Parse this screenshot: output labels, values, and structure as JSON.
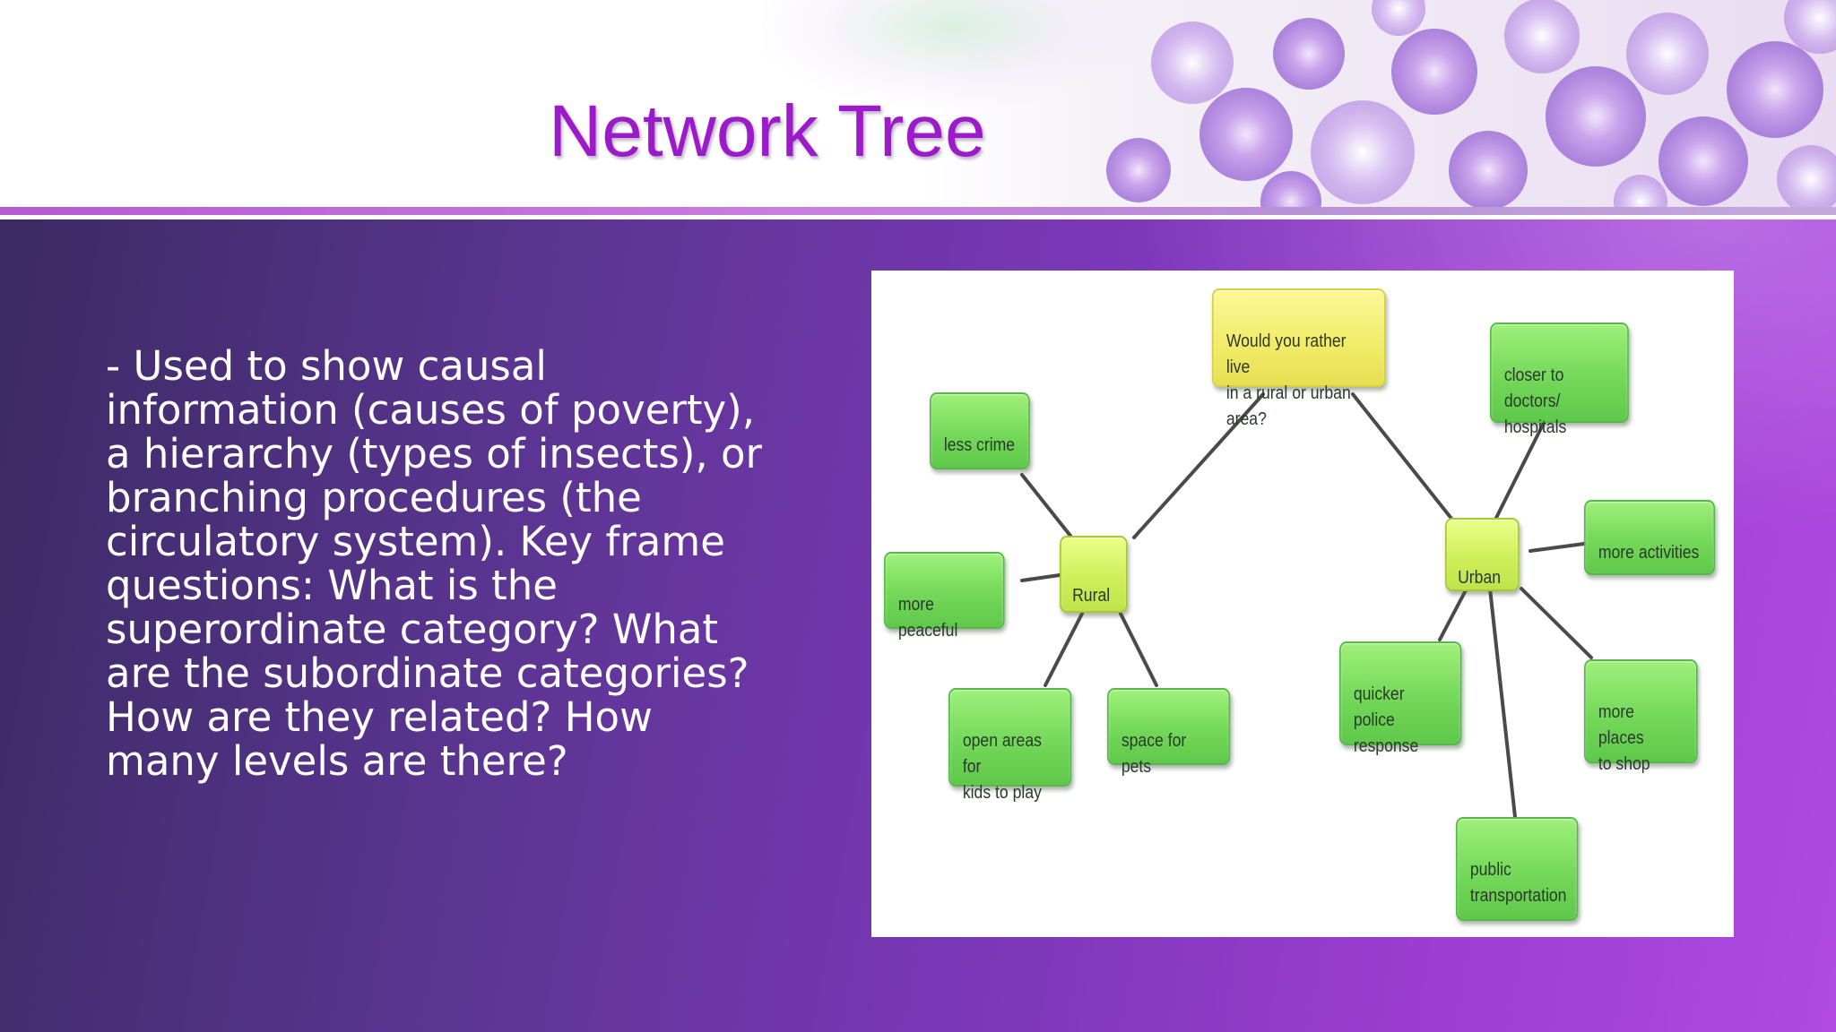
{
  "slide": {
    "title": "Network Tree",
    "body": " - Used to show causal information (causes of poverty), a hierarchy  (types of insects), or  branching procedures (the  circulatory system). Key  frame questions: What is  the superordinate category? What are the subordinate categories? How are they related? How many levels are there?"
  },
  "diagram": {
    "root": "Would you rather live\nin a rural or urban area?",
    "rural": {
      "label": "Rural",
      "children": [
        "less crime",
        "more peaceful",
        "open areas for\nkids to play",
        "space for pets"
      ]
    },
    "urban": {
      "label": "Urban",
      "children": [
        "closer to doctors/\nhospitals",
        "more activities",
        "quicker police\nresponse",
        "more places\nto shop",
        "public\ntransportation"
      ]
    }
  },
  "colors": {
    "title": "#9b1bc9",
    "root_node": "#f2ec6a",
    "hub_node": "#cfef5a",
    "leaf_node": "#74d85a",
    "connector": "#4a4a4a"
  }
}
